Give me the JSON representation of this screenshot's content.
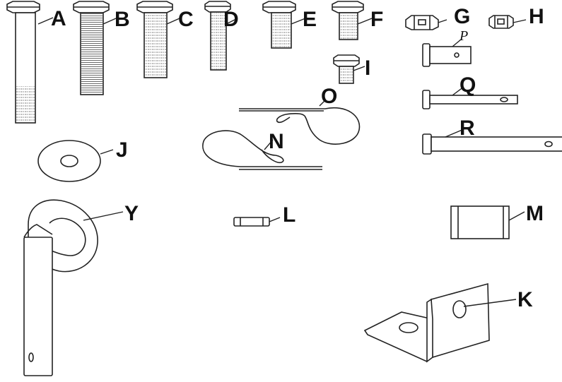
{
  "parts": [
    {
      "id": "A",
      "label": "A",
      "name": "long bolt partially threaded"
    },
    {
      "id": "B",
      "label": "B",
      "name": "fully threaded bolt"
    },
    {
      "id": "C",
      "label": "C",
      "name": "bolt"
    },
    {
      "id": "D",
      "label": "D",
      "name": "bolt"
    },
    {
      "id": "E",
      "label": "E",
      "name": "short bolt"
    },
    {
      "id": "F",
      "label": "F",
      "name": "short bolt"
    },
    {
      "id": "G",
      "label": "G",
      "name": "nut"
    },
    {
      "id": "H",
      "label": "H",
      "name": "small nut"
    },
    {
      "id": "I",
      "label": "I",
      "name": "small bolt"
    },
    {
      "id": "P",
      "label": "P",
      "name": "short clevis pin"
    },
    {
      "id": "Q",
      "label": "Q",
      "name": "medium clevis pin"
    },
    {
      "id": "R",
      "label": "R",
      "name": "long clevis pin"
    },
    {
      "id": "O",
      "label": "O",
      "name": "hitch pin clip"
    },
    {
      "id": "N",
      "label": "N",
      "name": "hitch pin clip"
    },
    {
      "id": "J",
      "label": "J",
      "name": "washer"
    },
    {
      "id": "Y",
      "label": "Y",
      "name": "eye bolt"
    },
    {
      "id": "L",
      "label": "L",
      "name": "spacer pin"
    },
    {
      "id": "M",
      "label": "M",
      "name": "sleeve"
    },
    {
      "id": "K",
      "label": "K",
      "name": "angle bracket"
    }
  ]
}
